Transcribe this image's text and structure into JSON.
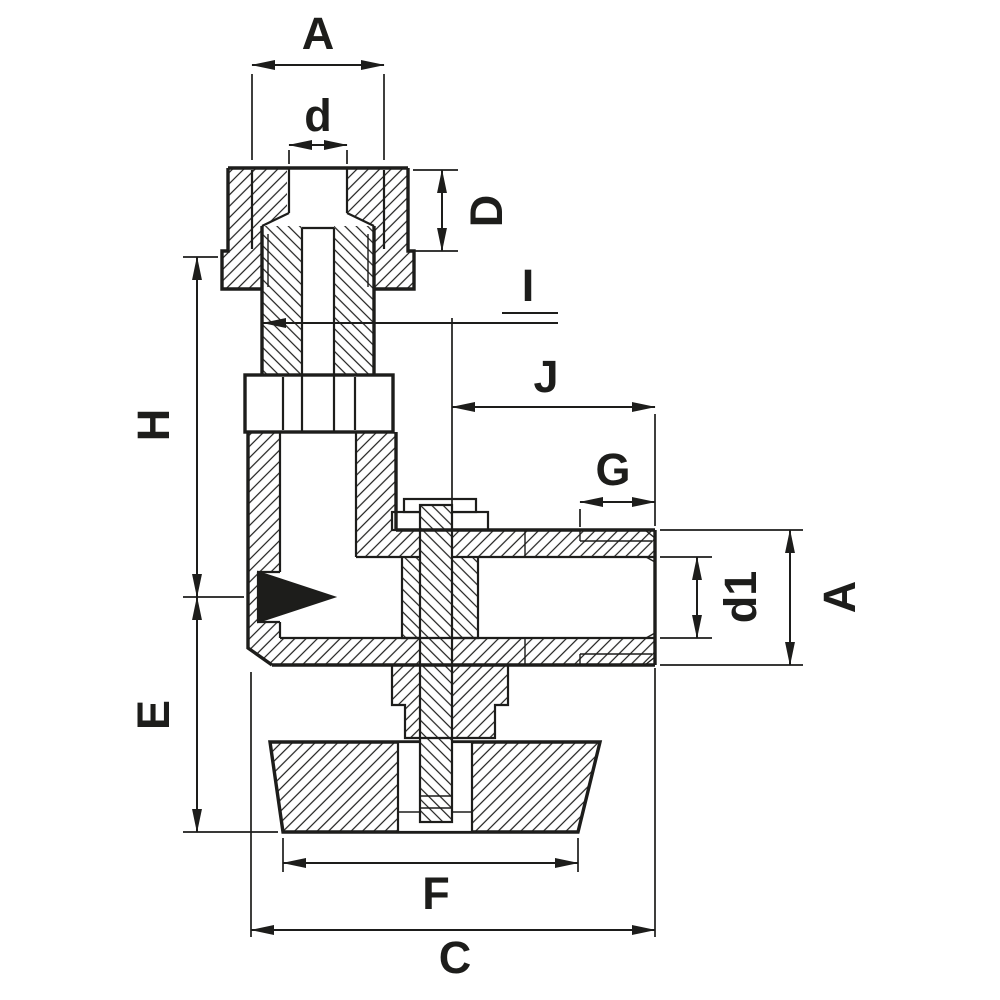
{
  "drawing": {
    "background_color": "#ffffff",
    "line_color": "#1d1d1b",
    "dimension_labels": {
      "top_width": "A",
      "top_bore_diameter": "d",
      "nut_height": "D",
      "center_offset": "I",
      "side_port_length": "J",
      "side_thread_length": "G",
      "side_bore_diameter": "d1",
      "side_port_width": "A",
      "upper_body_height": "H",
      "lower_body_height": "E",
      "handwheel_width": "F",
      "overall_width": "C"
    }
  }
}
